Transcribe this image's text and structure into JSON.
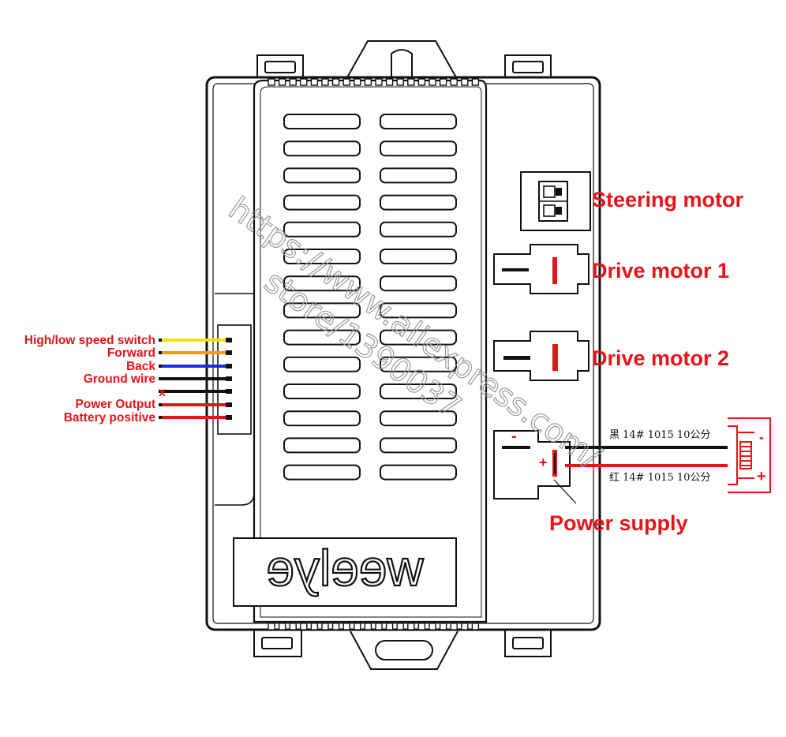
{
  "wire_labels": {
    "high_low": "High/low speed switch",
    "forward": "Forward",
    "back": "Back",
    "ground": "Ground wire",
    "unused_mark": "x",
    "power_output": "Power Output",
    "battery_positive": "Battery positive"
  },
  "port_labels": {
    "steering": "Steering motor",
    "drive1": "Drive motor 1",
    "drive2": "Drive motor 2",
    "power_supply": "Power supply"
  },
  "cable_specs": {
    "black": "黑 14# 1015 10公分",
    "red": "红 14# 1015 10公分"
  },
  "polarity": {
    "minus": "-",
    "plus": "+",
    "plug_minus": "-",
    "plug_plus": "+"
  },
  "brand": "weelye",
  "watermark": {
    "line1": "https://www.aliexpress.com/",
    "line2": "store/1390037"
  },
  "colors": {
    "yellow": "#f5e000",
    "orange": "#f29a1c",
    "blue": "#1a2ee0",
    "black": "#111111",
    "red": "#e8141a",
    "label_red": "#e8141a",
    "label_dark": "#1a1a99"
  }
}
